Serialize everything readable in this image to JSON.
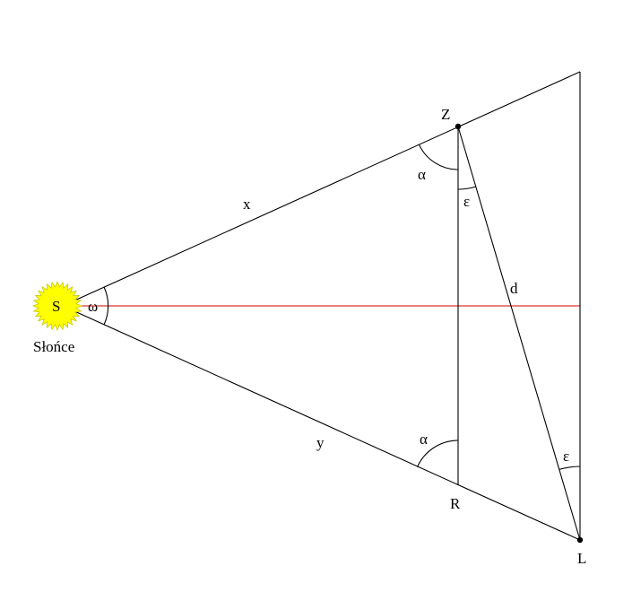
{
  "labels": {
    "sun": "S",
    "sun_caption": "Słońce",
    "omega": "ω",
    "point_z": "Z",
    "point_r": "R",
    "point_l": "L",
    "side_x": "x",
    "side_y": "y",
    "side_d": "d",
    "alpha_top": "α",
    "alpha_bottom": "α",
    "epsilon_z": "ε",
    "epsilon_l": "ε"
  },
  "colors": {
    "lines": "#000000",
    "axis": "#cc0000",
    "sun_fill": "#ffff00",
    "sun_rays": "#c8c800",
    "background": "#ffffff"
  }
}
